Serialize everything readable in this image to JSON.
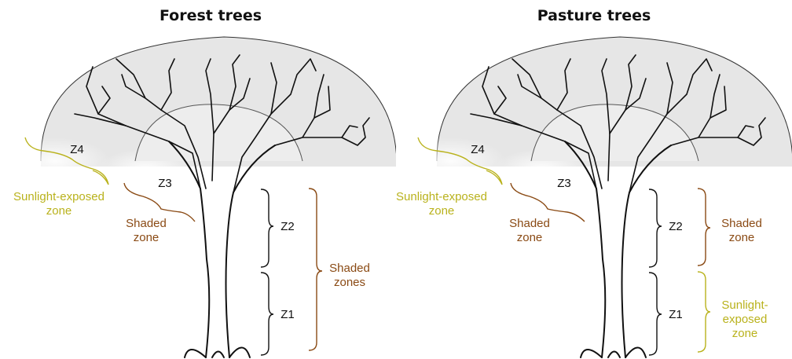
{
  "colors": {
    "canopy": "#e6e6e6",
    "outline": "#111111",
    "sunlight": "#b9b21c",
    "shade": "#8a4a14"
  },
  "panels": [
    {
      "title": "Forest trees",
      "zones": {
        "z4": "Z4",
        "z3": "Z3",
        "z2": "Z2",
        "z1": "Z1"
      },
      "canopy_label": {
        "line1": "Sunlight-exposed",
        "line2": "zone"
      },
      "z3_label": {
        "line1": "Shaded",
        "line2": "zone"
      },
      "trunk_label": {
        "line1": "Shaded",
        "line2": "zones"
      }
    },
    {
      "title": "Pasture trees",
      "zones": {
        "z4": "Z4",
        "z3": "Z3",
        "z2": "Z2",
        "z1": "Z1"
      },
      "canopy_label": {
        "line1": "Sunlight-exposed",
        "line2": "zone"
      },
      "z3_label": {
        "line1": "Shaded",
        "line2": "zone"
      },
      "z2_label": {
        "line1": "Shaded",
        "line2": "zone"
      },
      "z1_label": {
        "line1": "Sunlight-",
        "line2": "exposed",
        "line3": "zone"
      }
    }
  ]
}
